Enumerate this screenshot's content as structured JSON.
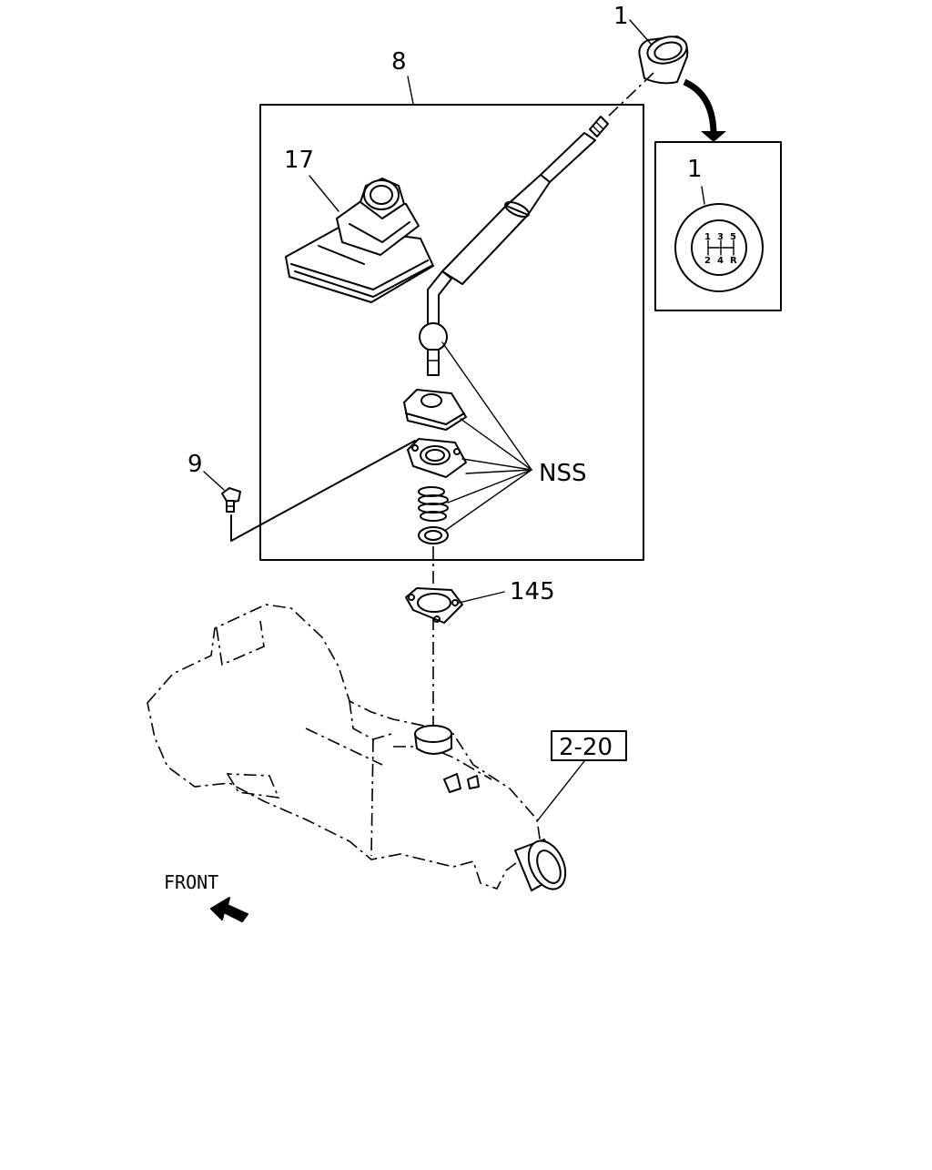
{
  "callouts": {
    "knob": "1",
    "knob_detail": "1",
    "lever_assembly": "8",
    "boot": "17",
    "bolt": "9",
    "nss": "NSS",
    "gasket": "145",
    "transmission_ref": "2-20"
  },
  "shift_pattern": {
    "top": [
      "1",
      "3",
      "5"
    ],
    "bottom": [
      "2",
      "4",
      "R"
    ]
  },
  "orientation": {
    "label": "FRONT",
    "arrow_icon": "front-arrow-icon"
  }
}
